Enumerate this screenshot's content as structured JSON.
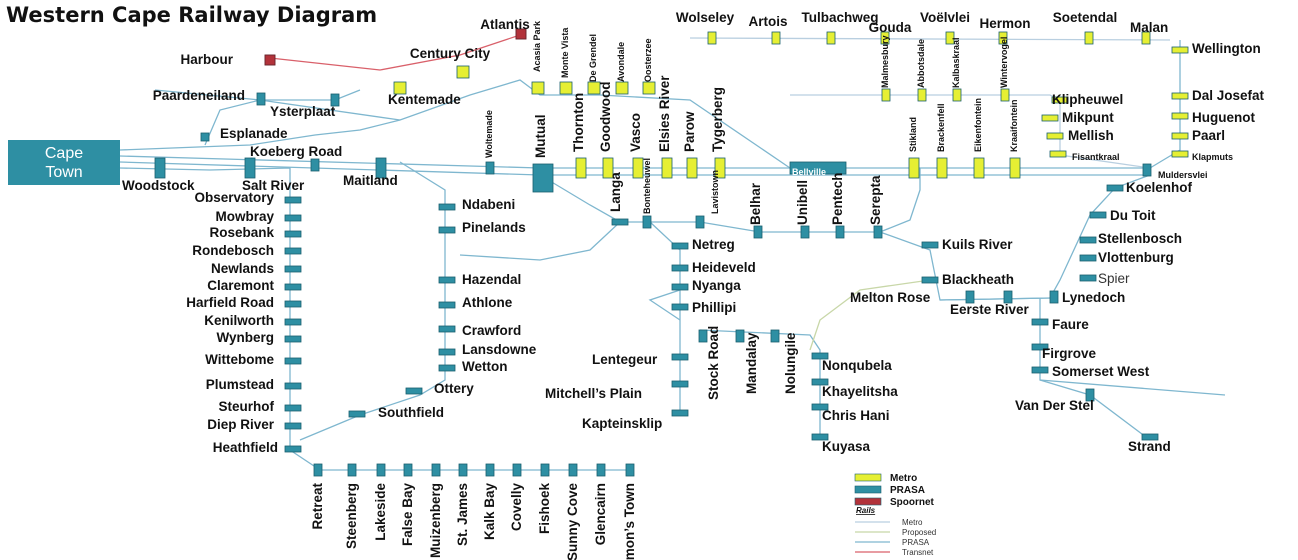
{
  "title": "Western Cape Railway Diagram",
  "colors": {
    "prasa": "#2e8fa3",
    "metro": "#e6ef33",
    "spoornet": "#b2323a",
    "line_prasa": "#7fb7cf",
    "line_proposed": "#c8d7a8",
    "line_transnet": "#d9606a",
    "text": "#111111",
    "cape_town_box": "#2e8fa3"
  },
  "cape_town_label": [
    "Cape",
    "Town"
  ],
  "stations": [
    {
      "id": "harbour",
      "label": "Harbour",
      "type": "spoornet"
    },
    {
      "id": "atlantis",
      "label": "Atlantis",
      "type": "spoornet"
    },
    {
      "id": "century_city",
      "label": "Century City",
      "type": "metro"
    },
    {
      "id": "kentemade",
      "label": "Kentemade",
      "type": "metro"
    },
    {
      "id": "paardeneiland",
      "label": "Paardeneiland",
      "type": "prasa"
    },
    {
      "id": "ysterplaat",
      "label": "Ysterplaat",
      "type": "prasa"
    },
    {
      "id": "esplanade",
      "label": "Esplanade",
      "type": "prasa"
    },
    {
      "id": "koeberg_road",
      "label": "Koeberg Road",
      "type": "prasa"
    },
    {
      "id": "woodstock",
      "label": "Woodstock",
      "type": "prasa"
    },
    {
      "id": "salt_river",
      "label": "Salt River",
      "type": "prasa"
    },
    {
      "id": "maitland",
      "label": "Maitland",
      "type": "prasa"
    },
    {
      "id": "acasia_park",
      "label": "Acasia Park",
      "type": "metro"
    },
    {
      "id": "monte_vista",
      "label": "Monte Vista",
      "type": "metro"
    },
    {
      "id": "de_grendel",
      "label": "De Grendel",
      "type": "metro"
    },
    {
      "id": "avondale",
      "label": "Avondale",
      "type": "metro"
    },
    {
      "id": "oosterzee",
      "label": "Oosterzee",
      "type": "metro"
    },
    {
      "id": "wolseley",
      "label": "Wolseley",
      "type": "metro"
    },
    {
      "id": "artois",
      "label": "Artois",
      "type": "metro"
    },
    {
      "id": "tulbachweg",
      "label": "Tulbachweg",
      "type": "metro"
    },
    {
      "id": "gouda",
      "label": "Gouda",
      "type": "metro"
    },
    {
      "id": "voelvlei",
      "label": "Voëlvlei",
      "type": "metro"
    },
    {
      "id": "hermon",
      "label": "Hermon",
      "type": "metro"
    },
    {
      "id": "soetendal",
      "label": "Soetendal",
      "type": "metro"
    },
    {
      "id": "malan",
      "label": "Malan",
      "type": "metro"
    },
    {
      "id": "wellington",
      "label": "Wellington",
      "type": "metro"
    },
    {
      "id": "dal_josefat",
      "label": "Dal Josefat",
      "type": "metro"
    },
    {
      "id": "huguenot",
      "label": "Huguenot",
      "type": "metro"
    },
    {
      "id": "paarl",
      "label": "Paarl",
      "type": "metro"
    },
    {
      "id": "klapmuts",
      "label": "Klapmuts",
      "type": "metro"
    },
    {
      "id": "malmesbury",
      "label": "Malmesbury",
      "type": "metro"
    },
    {
      "id": "abbotsdale",
      "label": "Abbotsdale",
      "type": "metro"
    },
    {
      "id": "kalbaskraal",
      "label": "Kalbaskraal",
      "type": "metro"
    },
    {
      "id": "wintervogel",
      "label": "Wintervogel",
      "type": "metro"
    },
    {
      "id": "klipheuwel",
      "label": "Klipheuwel",
      "type": "metro"
    },
    {
      "id": "mikpunt",
      "label": "Mikpunt",
      "type": "metro"
    },
    {
      "id": "mellish",
      "label": "Mellish",
      "type": "metro"
    },
    {
      "id": "fisantkraal",
      "label": "Fisantkraal",
      "type": "metro"
    },
    {
      "id": "woltemade",
      "label": "Woltemade",
      "type": "prasa"
    },
    {
      "id": "mutual",
      "label": "Mutual",
      "type": "prasa"
    },
    {
      "id": "thornton",
      "label": "Thornton",
      "type": "metro"
    },
    {
      "id": "goodwood",
      "label": "Goodwood",
      "type": "metro"
    },
    {
      "id": "vasco",
      "label": "Vasco",
      "type": "metro"
    },
    {
      "id": "elsies_river",
      "label": "Elsies River",
      "type": "metro"
    },
    {
      "id": "parow",
      "label": "Parow",
      "type": "metro"
    },
    {
      "id": "tygerberg",
      "label": "Tygerberg",
      "type": "metro"
    },
    {
      "id": "bellville",
      "label": "Bellville",
      "type": "prasa"
    },
    {
      "id": "stikland",
      "label": "Stikland",
      "type": "metro"
    },
    {
      "id": "brackenfell",
      "label": "Brackenfell",
      "type": "metro"
    },
    {
      "id": "eikenfontein",
      "label": "Eikenfontein",
      "type": "metro"
    },
    {
      "id": "kraaifontein",
      "label": "Kraaifontein",
      "type": "metro"
    },
    {
      "id": "muldersvlei",
      "label": "Muldersvlei",
      "type": "prasa"
    },
    {
      "id": "koelenhof",
      "label": "Koelenhof",
      "type": "prasa"
    },
    {
      "id": "du_toit",
      "label": "Du Toit",
      "type": "prasa"
    },
    {
      "id": "stellenbosch",
      "label": "Stellenbosch",
      "type": "prasa"
    },
    {
      "id": "vlottenburg",
      "label": "Vlottenburg",
      "type": "prasa"
    },
    {
      "id": "spier",
      "label": "Spier",
      "type": "prasa"
    },
    {
      "id": "lynedoch",
      "label": "Lynedoch",
      "type": "prasa"
    },
    {
      "id": "langa",
      "label": "Langa",
      "type": "prasa"
    },
    {
      "id": "bonteheuwel",
      "label": "Bonteheuwel",
      "type": "prasa"
    },
    {
      "id": "lavistown",
      "label": "Lavistown",
      "type": "prasa"
    },
    {
      "id": "belhar",
      "label": "Belhar",
      "type": "prasa"
    },
    {
      "id": "unibell",
      "label": "Unibell",
      "type": "prasa"
    },
    {
      "id": "pentech",
      "label": "Pentech",
      "type": "prasa"
    },
    {
      "id": "serepta",
      "label": "Serepta",
      "type": "prasa"
    },
    {
      "id": "kuils_river",
      "label": "Kuils River",
      "type": "prasa"
    },
    {
      "id": "blackheath",
      "label": "Blackheath",
      "type": "prasa"
    },
    {
      "id": "melton_rose",
      "label": "Melton Rose",
      "type": "prasa"
    },
    {
      "id": "eerste_river",
      "label": "Eerste River",
      "type": "prasa"
    },
    {
      "id": "faure",
      "label": "Faure",
      "type": "prasa"
    },
    {
      "id": "firgrove",
      "label": "Firgrove",
      "type": "prasa"
    },
    {
      "id": "somerset_west",
      "label": "Somerset West",
      "type": "prasa"
    },
    {
      "id": "van_der_stel",
      "label": "Van Der Stel",
      "type": "prasa"
    },
    {
      "id": "strand",
      "label": "Strand",
      "type": "prasa"
    },
    {
      "id": "netreg",
      "label": "Netreg",
      "type": "prasa"
    },
    {
      "id": "heideveld",
      "label": "Heideveld",
      "type": "prasa"
    },
    {
      "id": "nyanga",
      "label": "Nyanga",
      "type": "prasa"
    },
    {
      "id": "phillipi",
      "label": "Phillipi",
      "type": "prasa"
    },
    {
      "id": "lentegeur",
      "label": "Lentegeur",
      "type": "prasa"
    },
    {
      "id": "mitchells_plain",
      "label": "Mitchell’s Plain",
      "type": "prasa"
    },
    {
      "id": "kapteinsklip",
      "label": "Kapteinsklip",
      "type": "prasa"
    },
    {
      "id": "stock_road",
      "label": "Stock Road",
      "type": "prasa"
    },
    {
      "id": "mandalay",
      "label": "Mandalay",
      "type": "prasa"
    },
    {
      "id": "nolungile",
      "label": "Nolungile",
      "type": "prasa"
    },
    {
      "id": "nonqubela",
      "label": "Nonqubela",
      "type": "prasa"
    },
    {
      "id": "khayelitsha",
      "label": "Khayelitsha",
      "type": "prasa"
    },
    {
      "id": "chris_hani",
      "label": "Chris Hani",
      "type": "prasa"
    },
    {
      "id": "kuyasa",
      "label": "Kuyasa",
      "type": "prasa"
    },
    {
      "id": "ndabeni",
      "label": "Ndabeni",
      "type": "prasa"
    },
    {
      "id": "pinelands",
      "label": "Pinelands",
      "type": "prasa"
    },
    {
      "id": "hazendal",
      "label": "Hazendal",
      "type": "prasa"
    },
    {
      "id": "athlone",
      "label": "Athlone",
      "type": "prasa"
    },
    {
      "id": "crawford",
      "label": "Crawford",
      "type": "prasa"
    },
    {
      "id": "lansdowne",
      "label": "Lansdowne",
      "type": "prasa"
    },
    {
      "id": "wetton",
      "label": "Wetton",
      "type": "prasa"
    },
    {
      "id": "ottery",
      "label": "Ottery",
      "type": "prasa"
    },
    {
      "id": "southfield",
      "label": "Southfield",
      "type": "prasa"
    },
    {
      "id": "observatory",
      "label": "Observatory",
      "type": "prasa"
    },
    {
      "id": "mowbray",
      "label": "Mowbray",
      "type": "prasa"
    },
    {
      "id": "rosebank",
      "label": "Rosebank",
      "type": "prasa"
    },
    {
      "id": "rondebosch",
      "label": "Rondebosch",
      "type": "prasa"
    },
    {
      "id": "newlands",
      "label": "Newlands",
      "type": "prasa"
    },
    {
      "id": "claremont",
      "label": "Claremont",
      "type": "prasa"
    },
    {
      "id": "harfield_road",
      "label": "Harfield Road",
      "type": "prasa"
    },
    {
      "id": "kenilworth",
      "label": "Kenilworth",
      "type": "prasa"
    },
    {
      "id": "wynberg",
      "label": "Wynberg",
      "type": "prasa"
    },
    {
      "id": "wittebome",
      "label": "Wittebome",
      "type": "prasa"
    },
    {
      "id": "plumstead",
      "label": "Plumstead",
      "type": "prasa"
    },
    {
      "id": "steurhof",
      "label": "Steurhof",
      "type": "prasa"
    },
    {
      "id": "diep_river",
      "label": "Diep River",
      "type": "prasa"
    },
    {
      "id": "heathfield",
      "label": "Heathfield",
      "type": "prasa"
    },
    {
      "id": "retreat",
      "label": "Retreat",
      "type": "prasa"
    },
    {
      "id": "steenberg",
      "label": "Steenberg",
      "type": "prasa"
    },
    {
      "id": "lakeside",
      "label": "Lakeside",
      "type": "prasa"
    },
    {
      "id": "false_bay",
      "label": "False Bay",
      "type": "prasa"
    },
    {
      "id": "muizenberg",
      "label": "Muizenberg",
      "type": "prasa"
    },
    {
      "id": "st_james",
      "label": "St. James",
      "type": "prasa"
    },
    {
      "id": "kalk_bay",
      "label": "Kalk Bay",
      "type": "prasa"
    },
    {
      "id": "covelly",
      "label": "Covelly",
      "type": "prasa"
    },
    {
      "id": "fishoek",
      "label": "Fishoek",
      "type": "prasa"
    },
    {
      "id": "sunny_cove",
      "label": "Sunny Cove",
      "type": "prasa"
    },
    {
      "id": "glencairn",
      "label": "Glencairn",
      "type": "prasa"
    },
    {
      "id": "simons_town",
      "label": "Simon’s Town",
      "type": "prasa"
    }
  ],
  "legend": {
    "stations": [
      {
        "label": "Metro",
        "type": "metro"
      },
      {
        "label": "PRASA",
        "type": "prasa"
      },
      {
        "label": "Spoornet",
        "type": "spoornet"
      }
    ],
    "rails_heading": "Rails",
    "rails": [
      {
        "label": "Metro",
        "color": "#b9cfe0"
      },
      {
        "label": "Proposed",
        "color": "#c8d7a8"
      },
      {
        "label": "PRASA",
        "color": "#7fb7cf"
      },
      {
        "label": "Transnet",
        "color": "#d9606a"
      }
    ]
  }
}
